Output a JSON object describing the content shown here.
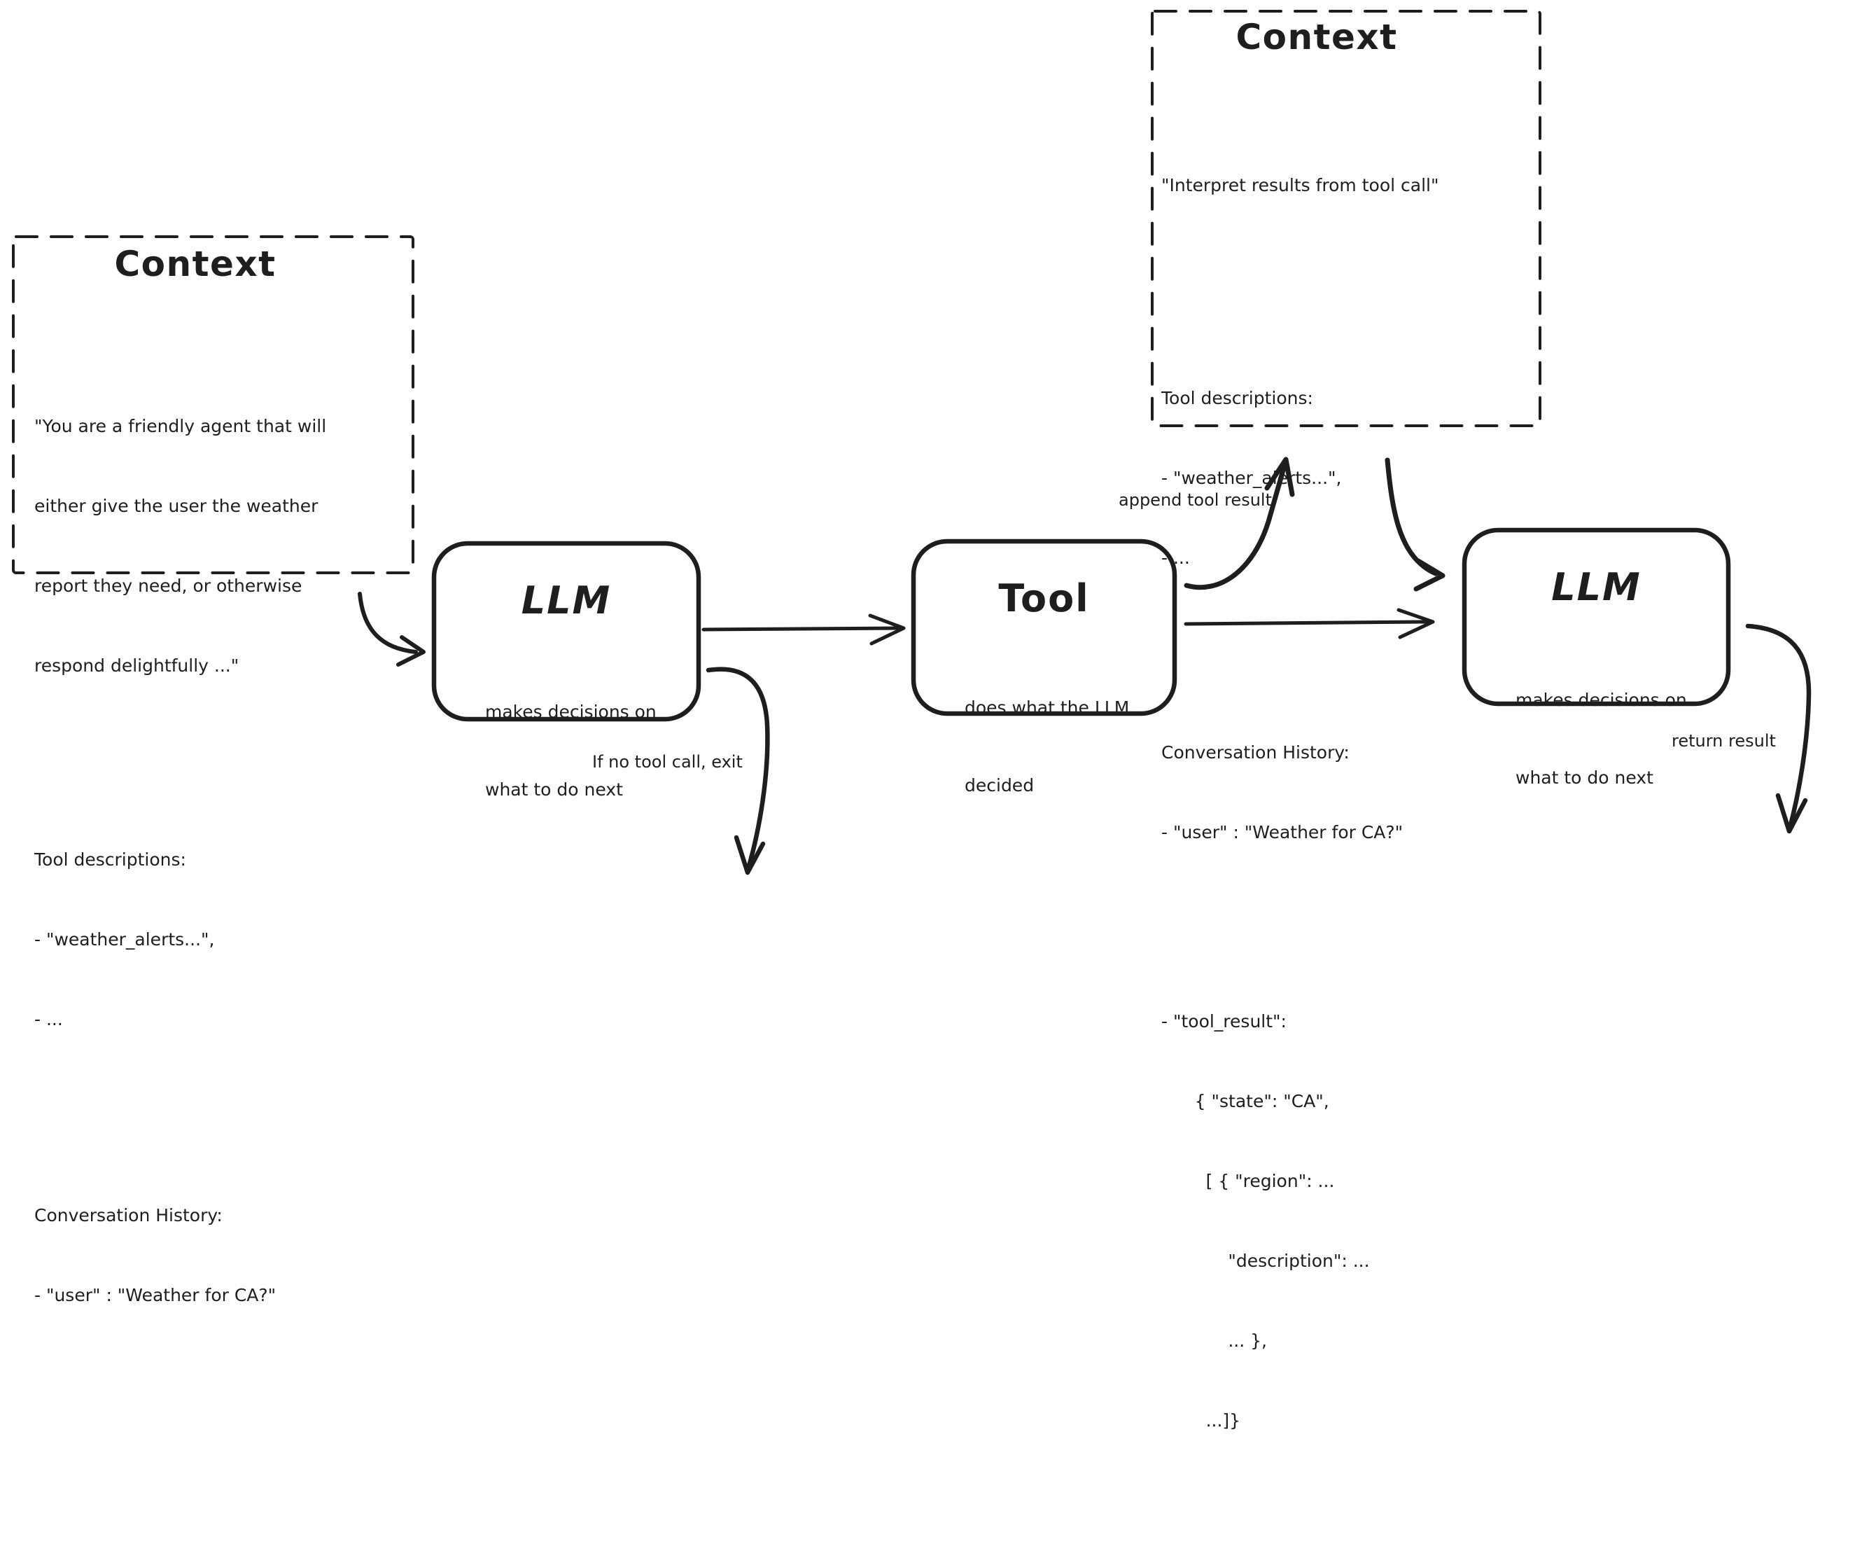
{
  "ink": "#1e1e1e",
  "background": "#ffffff",
  "context1": {
    "title": "Context",
    "blocks": [
      [
        "\"You are a friendly agent that will",
        "either give the user the weather",
        "report they need, or otherwise",
        "respond delightfully ...\""
      ],
      [
        "Tool descriptions:",
        "- \"weather_alerts...\",",
        "- ..."
      ],
      [
        "Conversation History:",
        "- \"user\" : \"Weather for CA?\""
      ]
    ]
  },
  "context2": {
    "title": "Context",
    "blocks": [
      [
        "\"Interpret results from tool call\""
      ],
      [
        "Tool descriptions:",
        "- \"weather_alerts...\",",
        "- ..."
      ],
      [
        "Conversation History:",
        "- \"user\" : \"Weather for CA?\""
      ],
      [
        "- \"tool_result\":",
        "      { \"state\": \"CA\",",
        "        [ { \"region\": ...",
        "            \"description\": ...",
        "            ... },",
        "        ...]}"
      ]
    ]
  },
  "llm1": {
    "title": "LLM",
    "subtitle": [
      "makes decisions on",
      "what to do next"
    ]
  },
  "tool": {
    "title": "Tool",
    "subtitle": [
      "does what the LLM",
      "decided"
    ]
  },
  "llm2": {
    "title": "LLM",
    "subtitle": [
      "makes decisions on",
      "what to do next"
    ]
  },
  "arrow_labels": {
    "append_tool_result": "append tool result",
    "if_no_tool_call": "If no tool call, exit",
    "return_result": "return result"
  }
}
